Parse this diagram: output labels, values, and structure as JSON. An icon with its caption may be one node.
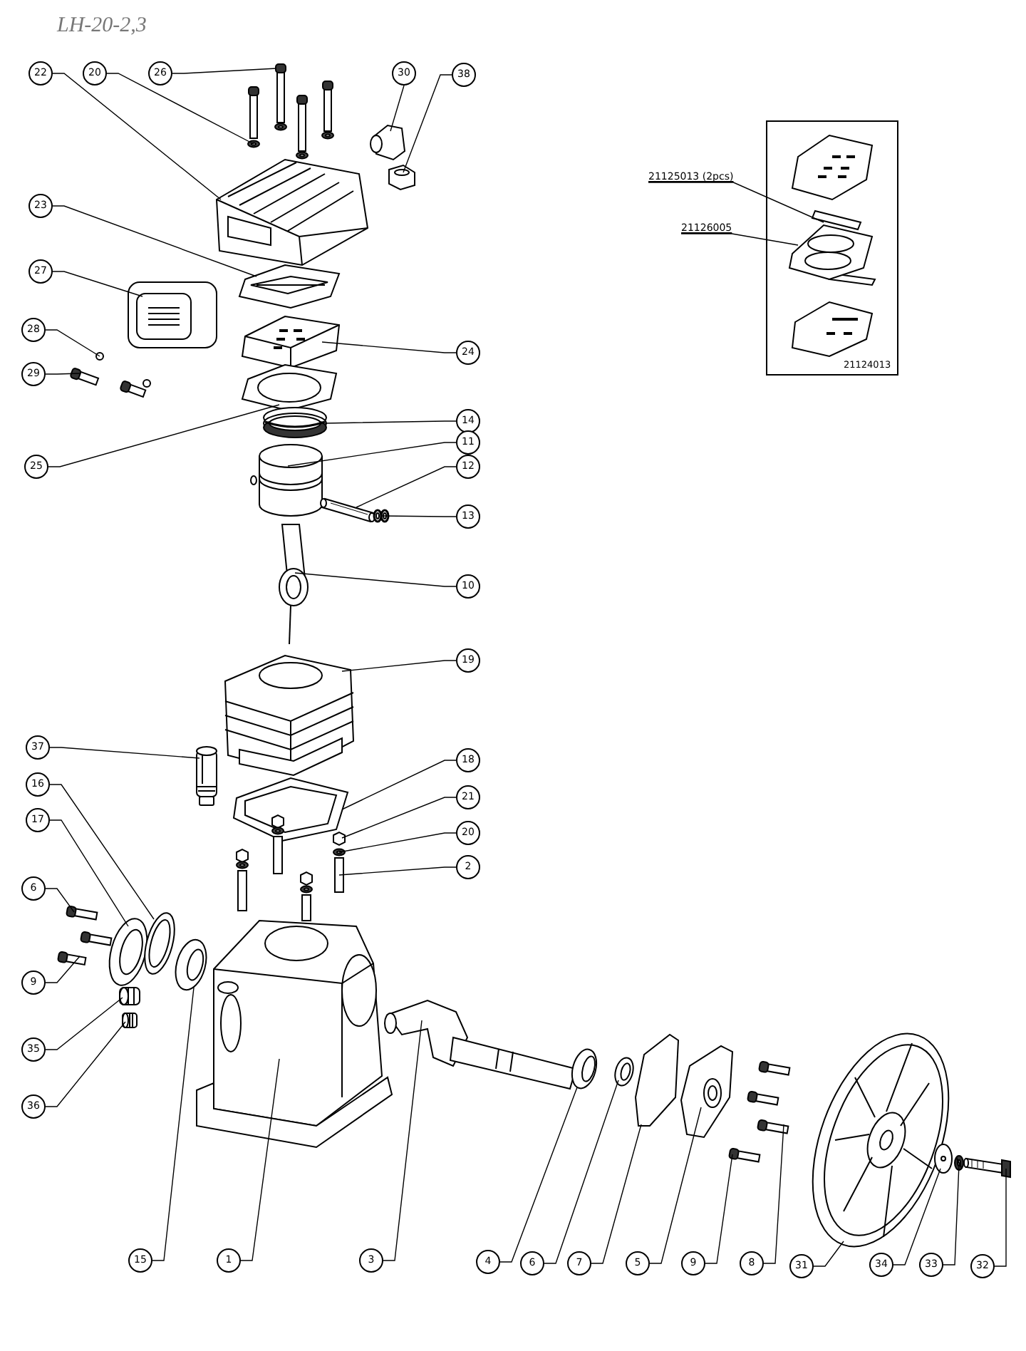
{
  "diagram": {
    "title": "LH-20-2,3",
    "nodes": [
      {
        "text": [
          "22"
        ]
      },
      {
        "text": [
          "20"
        ]
      },
      {
        "text": [
          "26"
        ]
      },
      {
        "text": [
          "30"
        ]
      },
      {
        "text": [
          "38"
        ]
      },
      {
        "text": [
          "21125013 (2pcs)"
        ]
      },
      {
        "text": [
          "21126005"
        ]
      },
      {
        "text": [
          "23"
        ]
      },
      {
        "text": [
          "27"
        ]
      },
      {
        "text": [
          "28"
        ]
      },
      {
        "text": [
          "24"
        ]
      },
      {
        "text": [
          "29"
        ]
      },
      {
        "text": [
          "14"
        ]
      },
      {
        "text": [
          "25"
        ]
      },
      {
        "text": [
          "11"
        ]
      },
      {
        "text": [
          "12"
        ]
      },
      {
        "text": [
          "13"
        ]
      },
      {
        "text": [
          "10"
        ]
      },
      {
        "text": [
          "19"
        ]
      },
      {
        "text": [
          "37"
        ]
      },
      {
        "text": [
          "18"
        ]
      },
      {
        "text": [
          "16"
        ]
      },
      {
        "text": [
          "21"
        ]
      },
      {
        "text": [
          "17"
        ]
      },
      {
        "text": [
          "20"
        ]
      },
      {
        "text": [
          "2"
        ]
      },
      {
        "text": [
          "6"
        ]
      },
      {
        "text": [
          "9"
        ]
      },
      {
        "text": [
          "35"
        ]
      },
      {
        "text": [
          "36"
        ]
      },
      {
        "text": [
          "15"
        ]
      },
      {
        "text": [
          "1"
        ]
      },
      {
        "text": [
          "3"
        ]
      },
      {
        "text": [
          "4"
        ]
      },
      {
        "text": [
          "6"
        ]
      },
      {
        "text": [
          "7"
        ]
      },
      {
        "text": [
          "5"
        ]
      },
      {
        "text": [
          "9"
        ]
      },
      {
        "text": [
          "8"
        ]
      },
      {
        "text": [
          "31"
        ]
      },
      {
        "text": [
          "34"
        ]
      },
      {
        "text": [
          "33"
        ]
      },
      {
        "text": [
          "32"
        ]
      },
      {
        "text": [],
        "shape": "picture"
      },
      {
        "text": [],
        "shape": "picture"
      },
      {
        "text": [],
        "shape": "picture"
      },
      {
        "text": [],
        "shape": "picture"
      },
      {
        "text": [],
        "shape": "picture"
      },
      {
        "text": [],
        "shape": "picture"
      },
      {
        "text": [],
        "shape": "picture"
      },
      {
        "text": [],
        "shape": "picture"
      },
      {
        "text": [],
        "shape": "picture"
      },
      {
        "text": [],
        "shape": "picture"
      },
      {
        "text": [],
        "shape": "picture"
      },
      {
        "text": [],
        "shape": "picture"
      },
      {
        "text": [],
        "shape": "picture"
      },
      {
        "text": [],
        "shape": "picture"
      },
      {
        "text": [],
        "shape": "picture"
      },
      {
        "text": [],
        "shape": "picture"
      },
      {
        "text": [],
        "shape": "picture"
      },
      {
        "text": [],
        "shape": "picture"
      },
      {
        "text": [],
        "shape": "picture"
      },
      {
        "text": [],
        "shape": "picture"
      },
      {
        "text": [],
        "shape": "picture"
      },
      {
        "text": [],
        "shape": "picture"
      },
      {
        "text": [],
        "shape": "picture"
      },
      {
        "text": [],
        "shape": "picture"
      },
      {
        "text": [],
        "shape": "picture"
      },
      {
        "text": [],
        "shape": "picture"
      },
      {
        "text": [],
        "shape": "picture"
      },
      {
        "text": [],
        "shape": "picture"
      },
      {
        "text": [],
        "shape": "picture"
      },
      {
        "text": [],
        "shape": "picture"
      },
      {
        "text": [],
        "shape": "picture"
      },
      {
        "text": [],
        "shape": "picture"
      },
      {
        "text": [],
        "shape": "picture"
      },
      {
        "text": [],
        "shape": "picture"
      },
      {
        "text": [],
        "shape": "picture"
      },
      {
        "text": [],
        "shape": "picture"
      },
      {
        "text": [],
        "shape": "picture"
      },
      {
        "text": [],
        "shape": "picture"
      },
      {
        "text": [],
        "shape": "picture"
      },
      {
        "text": [],
        "shape": "picture"
      },
      {
        "text": [],
        "shape": "picture"
      }
    ],
    "edges": [
      {
        "from": 0,
        "to": 47,
        "arrow": "none"
      },
      {
        "from": 1,
        "to": 44,
        "arrow": "none"
      },
      {
        "from": 2,
        "to": 43,
        "arrow": "none"
      },
      {
        "from": 3,
        "to": 45,
        "arrow": "none"
      },
      {
        "from": 4,
        "to": 46,
        "arrow": "none"
      },
      {
        "from": 5,
        "to": 82,
        "arrow": "none"
      },
      {
        "from": 6,
        "to": 83,
        "arrow": "none"
      },
      {
        "from": 7,
        "to": 48,
        "arrow": "none"
      },
      {
        "from": 8,
        "to": 49,
        "arrow": "none"
      },
      {
        "from": 9,
        "to": 50,
        "arrow": "none"
      },
      {
        "from": 10,
        "to": 52,
        "arrow": "none"
      },
      {
        "from": 11,
        "to": 51,
        "arrow": "none"
      },
      {
        "from": 12,
        "to": 54,
        "arrow": "none"
      },
      {
        "from": 13,
        "to": 53,
        "arrow": "none"
      },
      {
        "from": 14,
        "to": 55,
        "arrow": "none"
      },
      {
        "from": 15,
        "to": 56,
        "arrow": "none"
      },
      {
        "from": 16,
        "to": 57,
        "arrow": "none"
      },
      {
        "from": 17,
        "to": 58,
        "arrow": "none"
      },
      {
        "from": 18,
        "to": 59,
        "arrow": "none"
      },
      {
        "from": 19,
        "to": 60,
        "arrow": "none"
      },
      {
        "from": 20,
        "to": 61,
        "arrow": "none"
      },
      {
        "from": 21,
        "to": 66,
        "arrow": "none"
      },
      {
        "from": 22,
        "to": 62,
        "arrow": "none"
      },
      {
        "from": 23,
        "to": 65,
        "arrow": "none"
      },
      {
        "from": 24,
        "to": 63,
        "arrow": "none"
      },
      {
        "from": 25,
        "to": 64,
        "arrow": "none"
      },
      {
        "from": 26,
        "to": 67,
        "arrow": "none"
      },
      {
        "from": 27,
        "to": 67,
        "arrow": "none"
      },
      {
        "from": 28,
        "to": 68,
        "arrow": "none"
      },
      {
        "from": 29,
        "to": 69,
        "arrow": "none"
      },
      {
        "from": 30,
        "to": 70,
        "arrow": "none"
      },
      {
        "from": 31,
        "to": 71,
        "arrow": "none"
      },
      {
        "from": 32,
        "to": 72,
        "arrow": "none"
      },
      {
        "from": 33,
        "to": 73,
        "arrow": "none"
      },
      {
        "from": 34,
        "to": 74,
        "arrow": "none"
      },
      {
        "from": 35,
        "to": 75,
        "arrow": "none"
      },
      {
        "from": 36,
        "to": 76,
        "arrow": "none"
      },
      {
        "from": 37,
        "to": 77,
        "arrow": "none"
      },
      {
        "from": 38,
        "to": 77,
        "arrow": "none"
      },
      {
        "from": 39,
        "to": 78,
        "arrow": "none"
      },
      {
        "from": 40,
        "to": 79,
        "arrow": "none"
      },
      {
        "from": 41,
        "to": 80,
        "arrow": "none"
      },
      {
        "from": 42,
        "to": 81,
        "arrow": "none"
      }
    ],
    "labels": [
      "21124013"
    ]
  }
}
